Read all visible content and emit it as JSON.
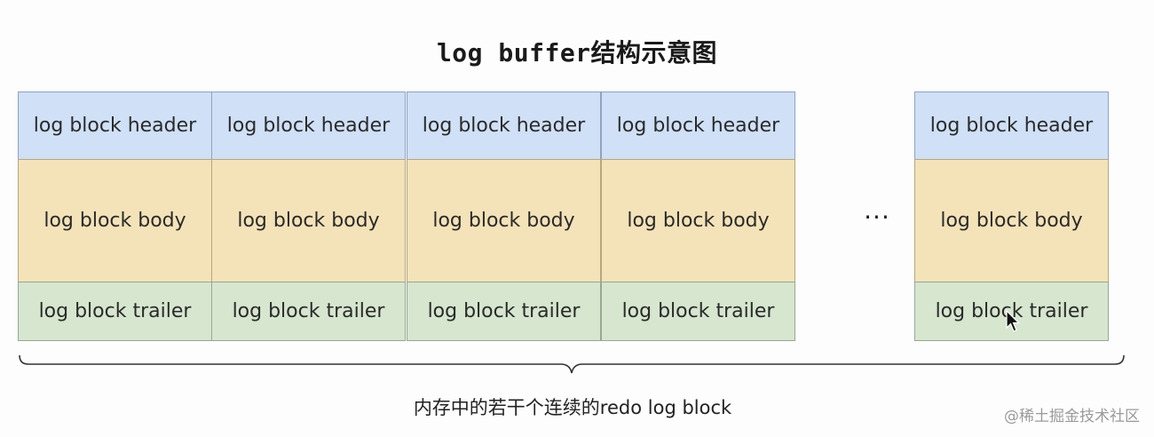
{
  "title": "log buffer结构示意图",
  "blocks": [
    {
      "header": "log block header",
      "body": "log block body",
      "trailer": "log block trailer"
    },
    {
      "header": "log block header",
      "body": "log block body",
      "trailer": "log block trailer"
    },
    {
      "header": "log block header",
      "body": "log block body",
      "trailer": "log block trailer"
    },
    {
      "header": "log block header",
      "body": "log block body",
      "trailer": "log block trailer"
    },
    {
      "header": "log block header",
      "body": "log block body",
      "trailer": "log block trailer"
    }
  ],
  "ellipsis": "···",
  "caption": "内存中的若干个连续的redo log block",
  "watermark": "@稀土掘金技术社区",
  "colors": {
    "header": "#cfe0f7",
    "body": "#f4e3b8",
    "trailer": "#d6e6cf"
  }
}
